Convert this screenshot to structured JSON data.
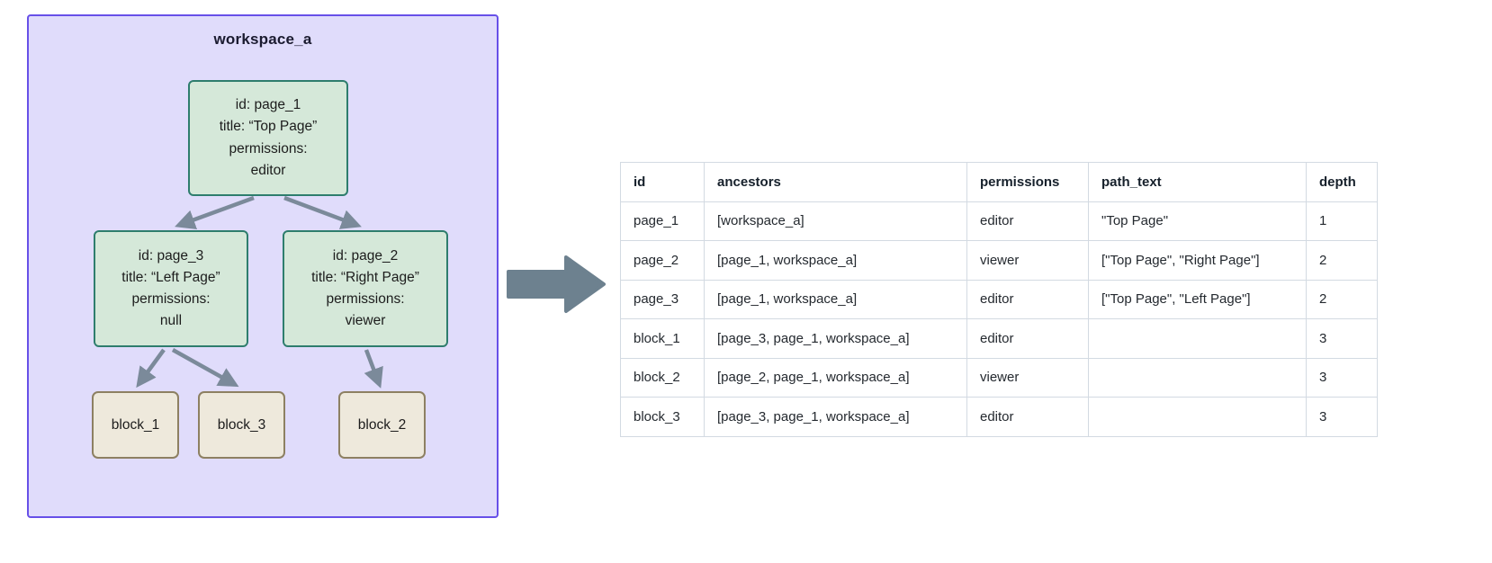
{
  "workspace": {
    "title": "workspace_a",
    "border_color": "#6750e8",
    "fill_color": "#e0dcfb",
    "page_node_fill": "#d5e8d9",
    "page_node_border": "#2e7d6d",
    "block_node_fill": "#eee9dc",
    "block_node_border": "#8d8062",
    "edge_color": "#7b8a9a",
    "nodes": {
      "page_1": {
        "line_id": "id: page_1",
        "line_title": "title: “Top Page”",
        "line_permissions_label": "permissions:",
        "line_permissions_value": "editor"
      },
      "page_3": {
        "line_id": "id: page_3",
        "line_title": "title: “Left Page”",
        "line_permissions_label": "permissions:",
        "line_permissions_value": "null"
      },
      "page_2": {
        "line_id": "id: page_2",
        "line_title": "title: “Right Page”",
        "line_permissions_label": "permissions:",
        "line_permissions_value": "viewer"
      },
      "block_1": {
        "label": "block_1"
      },
      "block_3": {
        "label": "block_3"
      },
      "block_2": {
        "label": "block_2"
      }
    }
  },
  "transform_arrow": {
    "icon": "right-block-arrow-icon",
    "color": "#6d818f"
  },
  "result_table": {
    "columns": [
      "id",
      "ancestors",
      "permissions",
      "path_text",
      "depth"
    ],
    "rows": [
      {
        "id": "page_1",
        "ancestors": "[workspace_a]",
        "permissions": "editor",
        "path_text": "\"Top Page\"",
        "depth": "1"
      },
      {
        "id": "page_2",
        "ancestors": "[page_1, workspace_a]",
        "permissions": "viewer",
        "path_text": "[\"Top Page\", \"Right Page\"]",
        "depth": "2"
      },
      {
        "id": "page_3",
        "ancestors": "[page_1, workspace_a]",
        "permissions": "editor",
        "path_text": "[\"Top Page\", \"Left Page\"]",
        "depth": "2"
      },
      {
        "id": "block_1",
        "ancestors": "[page_3, page_1, workspace_a]",
        "permissions": "editor",
        "path_text": "",
        "depth": "3"
      },
      {
        "id": "block_2",
        "ancestors": "[page_2, page_1, workspace_a]",
        "permissions": "viewer",
        "path_text": "",
        "depth": "3"
      },
      {
        "id": "block_3",
        "ancestors": "[page_3, page_1, workspace_a]",
        "permissions": "editor",
        "path_text": "",
        "depth": "3"
      }
    ]
  }
}
